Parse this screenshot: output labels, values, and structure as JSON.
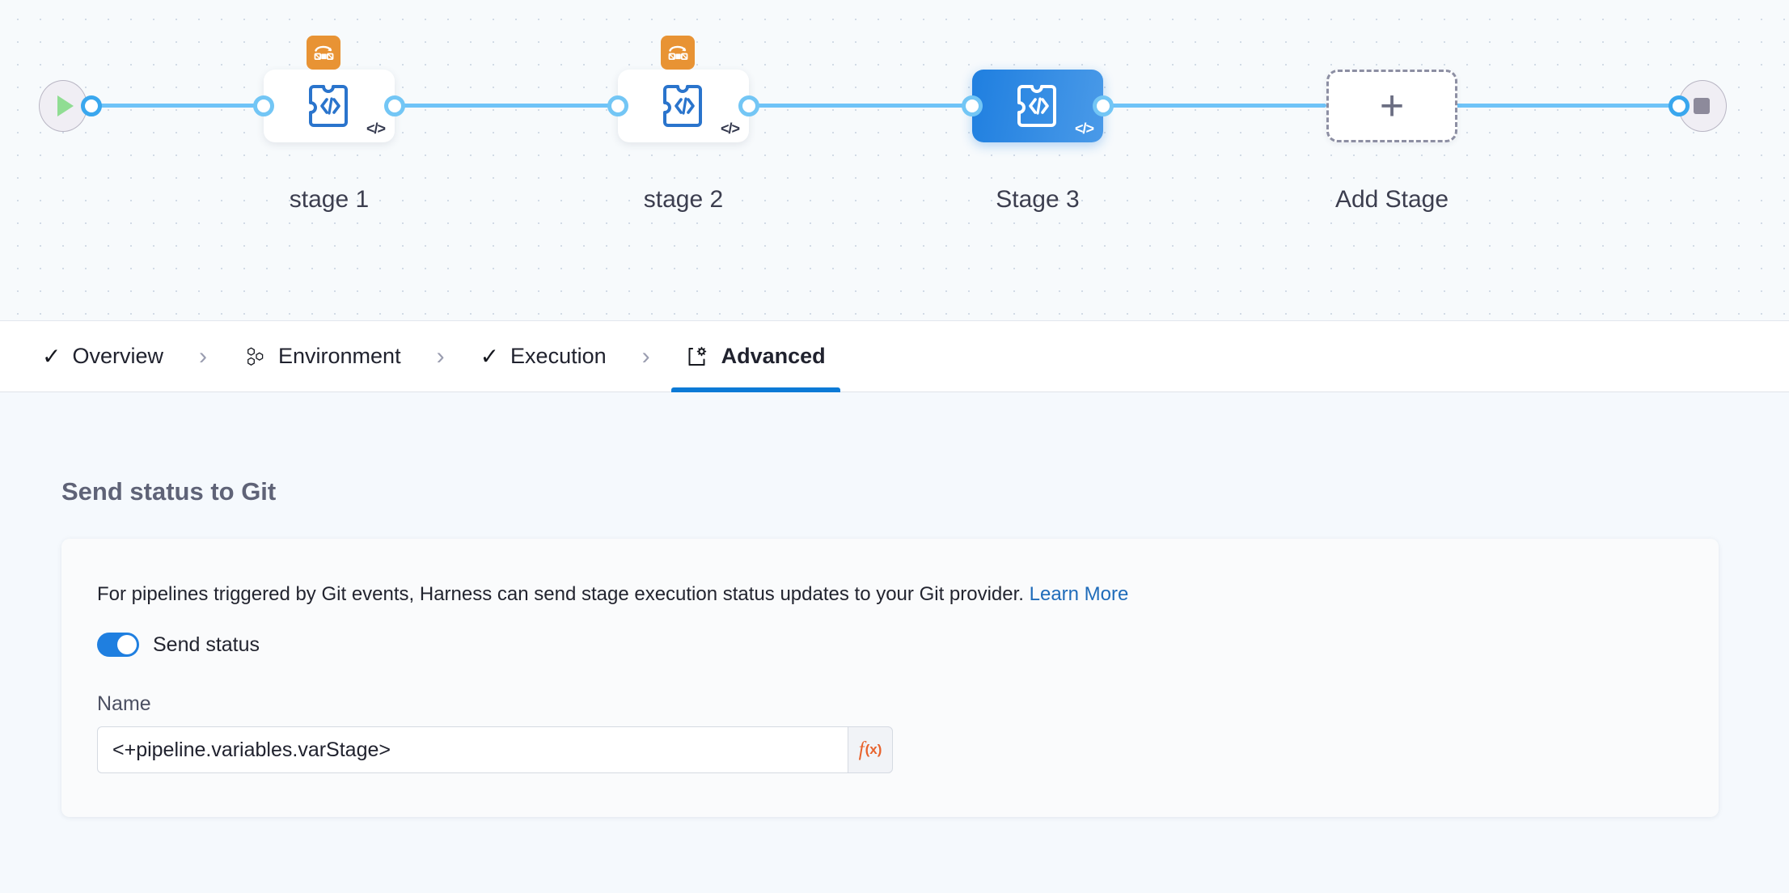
{
  "canvas": {
    "start_node": {
      "icon": "play-icon",
      "name": "pipeline-start"
    },
    "end_node": {
      "icon": "stop-icon",
      "name": "pipeline-end"
    },
    "stages": [
      {
        "label": "stage 1",
        "selected": false,
        "has_matrix_strategy": true,
        "icon": "custom-stage-icon",
        "badge": "</>"
      },
      {
        "label": "stage 2",
        "selected": false,
        "has_matrix_strategy": true,
        "icon": "custom-stage-icon",
        "badge": "</>"
      },
      {
        "label": "Stage 3",
        "selected": true,
        "has_matrix_strategy": false,
        "icon": "custom-stage-icon",
        "badge": "</>"
      }
    ],
    "add_stage": {
      "label": "Add Stage",
      "glyph": "+"
    },
    "colors": {
      "connector": "#6fc3f7",
      "selected_stage": "#1f7fe0",
      "matrix_chip": "#e89334",
      "play": "#90dd93"
    }
  },
  "tabs": {
    "separator": "›",
    "items": [
      {
        "label": "Overview",
        "icon": "check-icon",
        "active": false,
        "complete": true
      },
      {
        "label": "Environment",
        "icon": "hexagon-cluster-icon",
        "active": false,
        "complete": false
      },
      {
        "label": "Execution",
        "icon": "check-icon",
        "active": false,
        "complete": true
      },
      {
        "label": "Advanced",
        "icon": "page-gear-icon",
        "active": true,
        "complete": false
      }
    ]
  },
  "main": {
    "section_title": "Send status to Git",
    "description": "For pipelines triggered by Git events, Harness can send stage execution status updates to your Git provider.",
    "learn_more": "Learn More",
    "send_status": {
      "label": "Send status",
      "enabled": true
    },
    "name_field": {
      "label": "Name",
      "value": "<+pipeline.variables.varStage>",
      "placeholder": "",
      "expression_button": "f",
      "expression_button_sub": "(x)"
    }
  }
}
